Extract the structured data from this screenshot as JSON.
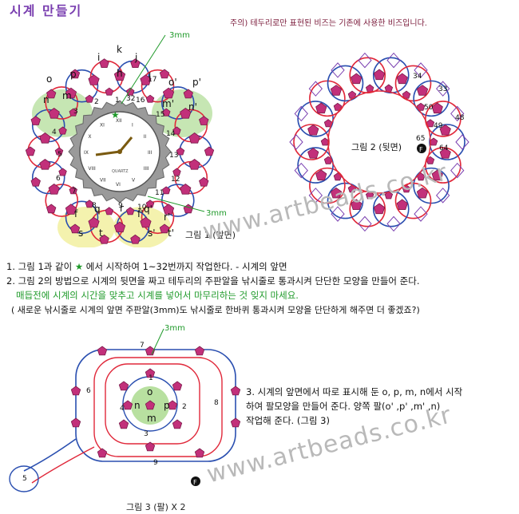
{
  "title": "시계 만들기",
  "note": "주의) 테두리로만 표현된 비즈는 기존에 사용한 비즈입니다.",
  "figure1": {
    "caption": "그림 1 (앞면)",
    "label_3mm_top": "3mm",
    "label_3mm_bottom": "3mm",
    "letters": [
      "k",
      "i",
      "j",
      "h",
      "l",
      "o",
      "p",
      "m",
      "n",
      "o'",
      "p'",
      "m'",
      "n'",
      "f",
      "s",
      "t",
      "q",
      "r",
      "f'",
      "s'",
      "t'",
      "q'",
      "r'"
    ],
    "numbers": [
      "1",
      "2",
      "3",
      "4",
      "5",
      "6",
      "7",
      "8",
      "9",
      "10",
      "11",
      "12",
      "13",
      "14",
      "15",
      "16",
      "17",
      "32"
    ],
    "clock_numerals": [
      "XII",
      "I",
      "II",
      "III",
      "IIII",
      "V",
      "VI",
      "VII",
      "VIII",
      "IX",
      "X",
      "XI"
    ],
    "clock_brand": "QUARTZ"
  },
  "figure2": {
    "caption": "그림 2 (뒷면)",
    "numbers": [
      "34",
      "33",
      "50",
      "49",
      "48",
      "65",
      "64"
    ],
    "f_label": "F"
  },
  "instructions": {
    "line1_prefix": "1. 그림 1과 같이",
    "line1_star": "★",
    "line1_suffix": "에서 시작하여 1~32번까지 작업한다. - 시계의 앞면",
    "line2": "2. 그림 2의 방법으로 시계의 뒷면을 짜고 테두리의 주판알을 낚시줄로 통과시켜 단단한 모양을 만들어 준다.",
    "line3": "매듭전에 시계의 시간을 맞추고 시계를 넣어서 마무리하는 것 잊지 마세요.",
    "line4": "( 새로운 낚시줄로 시계의 앞면 주판알(3mm)도 낚시줄로 한바퀴 통과시켜 모양을 단단하게 해주면 더 좋겠죠?)"
  },
  "figure3": {
    "caption": "그림 3 (팔) X 2",
    "label_3mm": "3mm",
    "numbers": [
      "7",
      "6",
      "8",
      "1",
      "4",
      "2",
      "3",
      "9",
      "5"
    ],
    "letters": [
      "o",
      "n",
      "p",
      "m"
    ],
    "f_label": "F"
  },
  "step3": {
    "line1": "3. 시계의 앞면에서 따로 표시해 둔 o, p, m, n에서 시작",
    "line2": "하여 팔모양을 만들어 준다. 양쪽 팔(o' ,p' ,m' ,n)",
    "line3": "작업해 준다. (그림 3)"
  },
  "watermark": "www.artbeads.co.kr",
  "colors": {
    "red": "#e0283a",
    "blue": "#2a4fb0",
    "bead_pink": "#c2307a",
    "gray_bead": "#b0b0b0",
    "green_label": "#1f9a2a",
    "title_purple": "#7a3fb0"
  }
}
